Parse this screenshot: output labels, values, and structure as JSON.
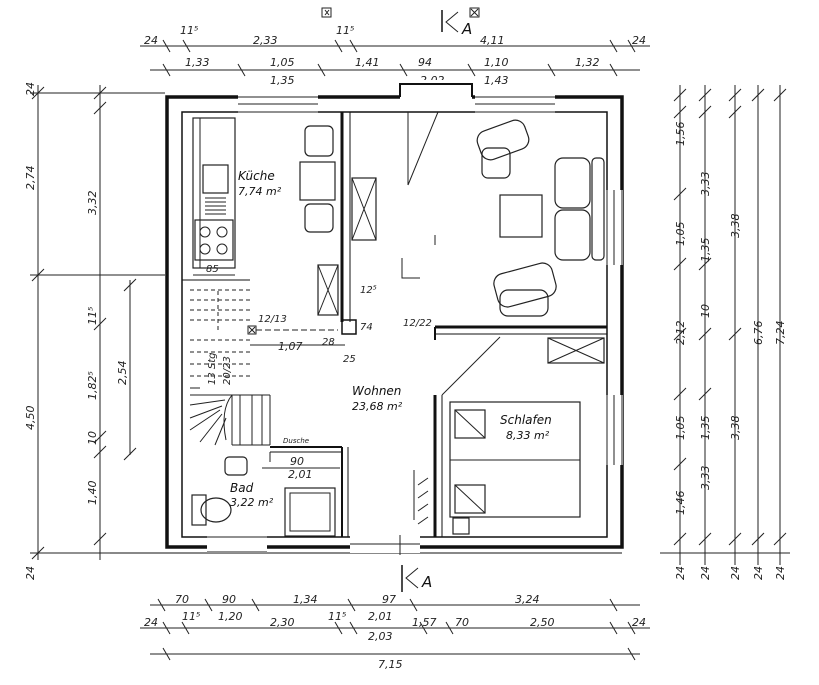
{
  "section_marker": "A",
  "top_dims": {
    "row1": [
      "24",
      "11⁵",
      "2,33",
      "11⁵",
      "4,11",
      "24"
    ],
    "row2a": [
      "1,33",
      "1,05",
      "1,41",
      "94",
      "1,10",
      "1,32"
    ],
    "row2b": [
      "1,35",
      "2,02",
      "1,43"
    ]
  },
  "bottom_dims": {
    "row1": [
      "70",
      "90",
      "1,34",
      "97",
      "3,24"
    ],
    "row1b": [
      "1,20",
      "2,01"
    ],
    "row2": [
      "24",
      "11⁵",
      "2,30",
      "11⁵",
      "2,03",
      "1,57",
      "70",
      "2,50",
      "24"
    ],
    "total": "7,15"
  },
  "left_dims": {
    "outer": [
      "24",
      "2,74",
      "4,50",
      "24"
    ],
    "inner": [
      "3,32",
      "11⁵",
      "1,82⁵",
      "10",
      "1,40"
    ],
    "stair": "2,54"
  },
  "right_dims": {
    "col1": [
      "1,56",
      "1,05",
      "2,12",
      "1,05",
      "1,46",
      "24"
    ],
    "col2": [
      "3,33",
      "1,35",
      "10",
      "1,35",
      "3,33",
      "24"
    ],
    "col3": [
      "3,38",
      "3,38",
      "24"
    ],
    "col4": [
      "6,76",
      "24"
    ],
    "col5": [
      "7,24",
      "24"
    ]
  },
  "rooms": {
    "kitchen": {
      "name": "Küche",
      "area": "7,74 m²"
    },
    "living": {
      "name": "Wohnen",
      "area": "23,68 m²"
    },
    "bedroom": {
      "name": "Schlafen",
      "area": "8,33 m²"
    },
    "bath": {
      "name": "Bad",
      "area": "3,22 m²"
    }
  },
  "inner_labels": {
    "k85": "85",
    "d1213": "12/13",
    "d107": "1,07",
    "d28": "28",
    "d25": "25",
    "d125": "12⁵",
    "d74": "74",
    "d1222": "12/22",
    "stairs": "13 Stg",
    "stairs2": "20/23",
    "bath_90": "90",
    "bath_201": "2,01",
    "duschtasse": "Dusche"
  }
}
